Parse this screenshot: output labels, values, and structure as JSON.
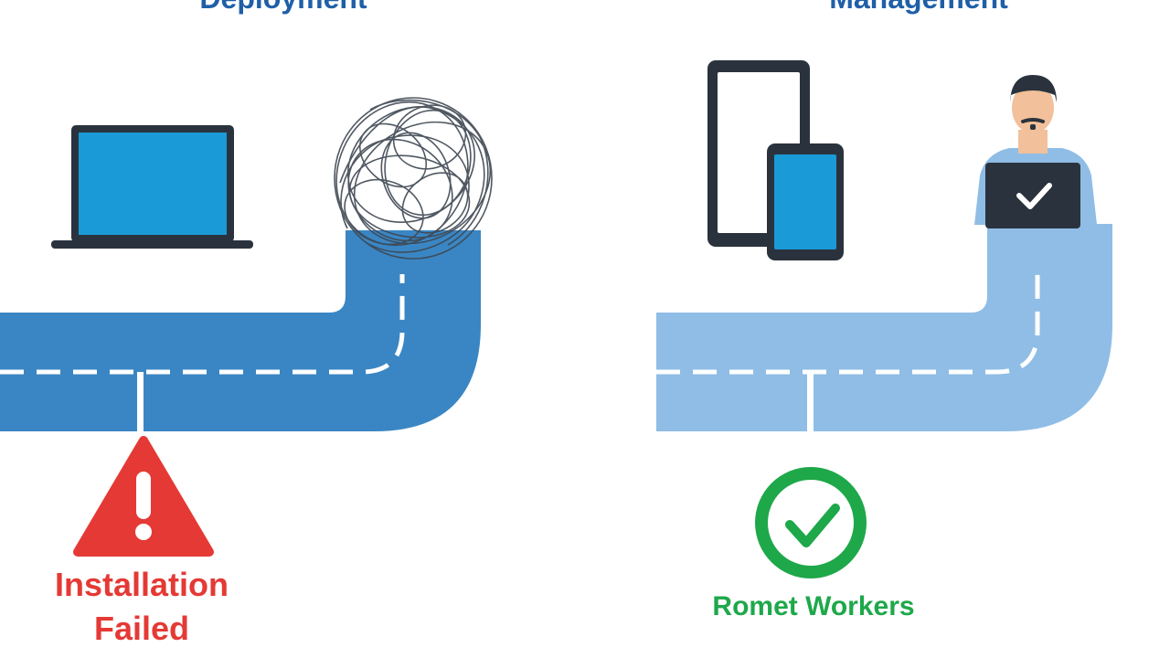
{
  "left_panel": {
    "heading": "Deployment",
    "status_line_1": "Installation",
    "status_line_2": "Failed",
    "icons": [
      "laptop-icon",
      "tangled-wire-icon",
      "warning-triangle-icon"
    ]
  },
  "right_panel": {
    "heading": "Management",
    "status_label": "Romet Workers",
    "icons": [
      "phone-icon",
      "tablet-icon",
      "remote-worker-icon",
      "success-check-icon"
    ]
  },
  "colors": {
    "heading": "#1f5fa8",
    "road_left": "#3a86c4",
    "road_right": "#8fbde6",
    "device_screen": "#1a9ad6",
    "device_frame": "#2a333d",
    "error_red": "#e53935",
    "success_green": "#1ea84a",
    "scribble": "#3e4752"
  }
}
